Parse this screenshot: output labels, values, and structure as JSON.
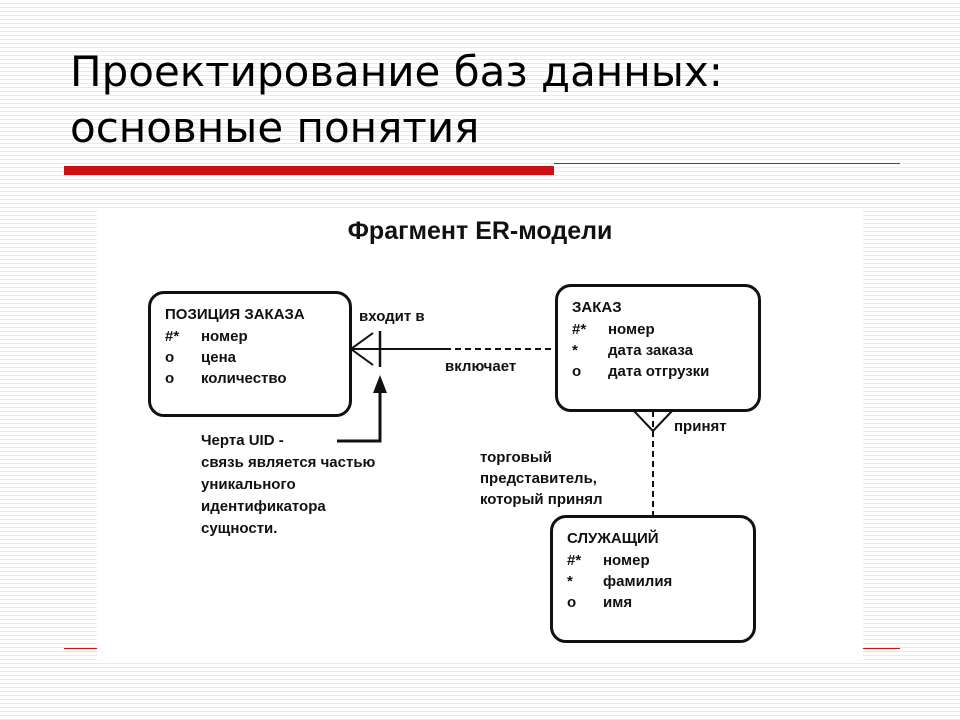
{
  "slide": {
    "title_line1": "Проектирование баз данных:",
    "title_line2": "основные понятия"
  },
  "figure": {
    "title": "Фрагмент ER-модели",
    "entities": {
      "order_position": {
        "name": "ПОЗИЦИЯ ЗАКАЗА",
        "attributes": [
          {
            "marker": "#*",
            "name": "номер"
          },
          {
            "marker": "o",
            "name": "цена"
          },
          {
            "marker": "o",
            "name": "количество"
          }
        ]
      },
      "order": {
        "name": "ЗАКАЗ",
        "attributes": [
          {
            "marker": "#*",
            "name": "номер"
          },
          {
            "marker": "*",
            "name": "дата заказа"
          },
          {
            "marker": "o",
            "name": "дата отгрузки"
          }
        ]
      },
      "employee": {
        "name": "СЛУЖАЩИЙ",
        "attributes": [
          {
            "marker": "#*",
            "name": "номер"
          },
          {
            "marker": "*",
            "name": "фамилия"
          },
          {
            "marker": "o",
            "name": "имя"
          }
        ]
      }
    },
    "relationships": {
      "enters": "входит в",
      "includes": "включает",
      "accepted": "принят",
      "sales_rep_lines": [
        "торговый",
        "представитель,",
        "который принял"
      ]
    },
    "uid_note_lines": [
      "Черта UID -",
      "связь является частью",
      "уникального",
      "идентификатора",
      "сущности."
    ]
  }
}
